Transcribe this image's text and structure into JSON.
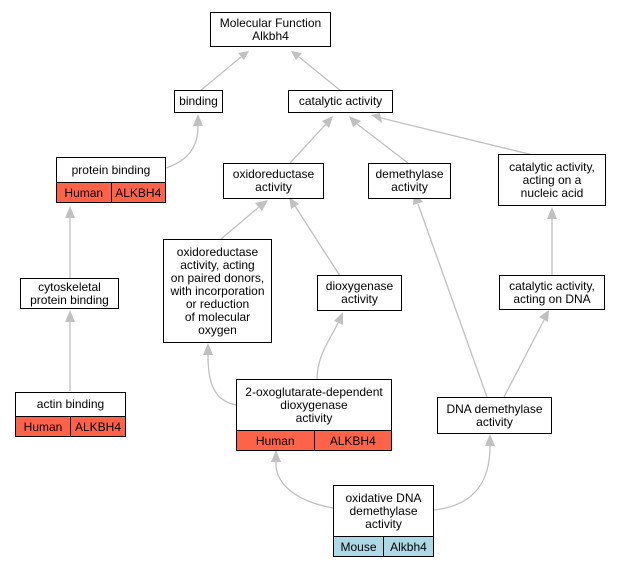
{
  "colors": {
    "human": "#ff6347",
    "mouse": "#add8e6",
    "edge": "#c0c0c0"
  },
  "nodes": {
    "mf": {
      "label": "Molecular Function\nAlkbh4"
    },
    "binding": {
      "label": "binding"
    },
    "catalytic": {
      "label": "catalytic activity"
    },
    "protein_binding": {
      "label": "protein binding",
      "species": "Human",
      "gene": "ALKBH4"
    },
    "oxidoreductase": {
      "label": "oxidoreductase\nactivity"
    },
    "demethylase": {
      "label": "demethylase\nactivity"
    },
    "cat_nucleic": {
      "label": "catalytic activity,\nacting on a\nnucleic acid"
    },
    "cytoskeletal": {
      "label": "cytoskeletal\nprotein binding"
    },
    "oxido_paired": {
      "label": "oxidoreductase\nactivity, acting\non paired donors,\nwith incorporation\nor reduction\nof molecular\noxygen"
    },
    "dioxygenase": {
      "label": "dioxygenase\nactivity"
    },
    "cat_dna": {
      "label": "catalytic activity,\nacting on DNA"
    },
    "actin": {
      "label": "actin binding",
      "species": "Human",
      "gene": "ALKBH4"
    },
    "oxoglutarate": {
      "label": "2-oxoglutarate-dependent\ndioxygenase\nactivity",
      "species": "Human",
      "gene": "ALKBH4"
    },
    "dna_demethylase": {
      "label": "DNA demethylase\nactivity"
    },
    "oxidative": {
      "label": "oxidative DNA\ndemethylase\nactivity",
      "species": "Mouse",
      "gene": "Alkbh4"
    }
  }
}
